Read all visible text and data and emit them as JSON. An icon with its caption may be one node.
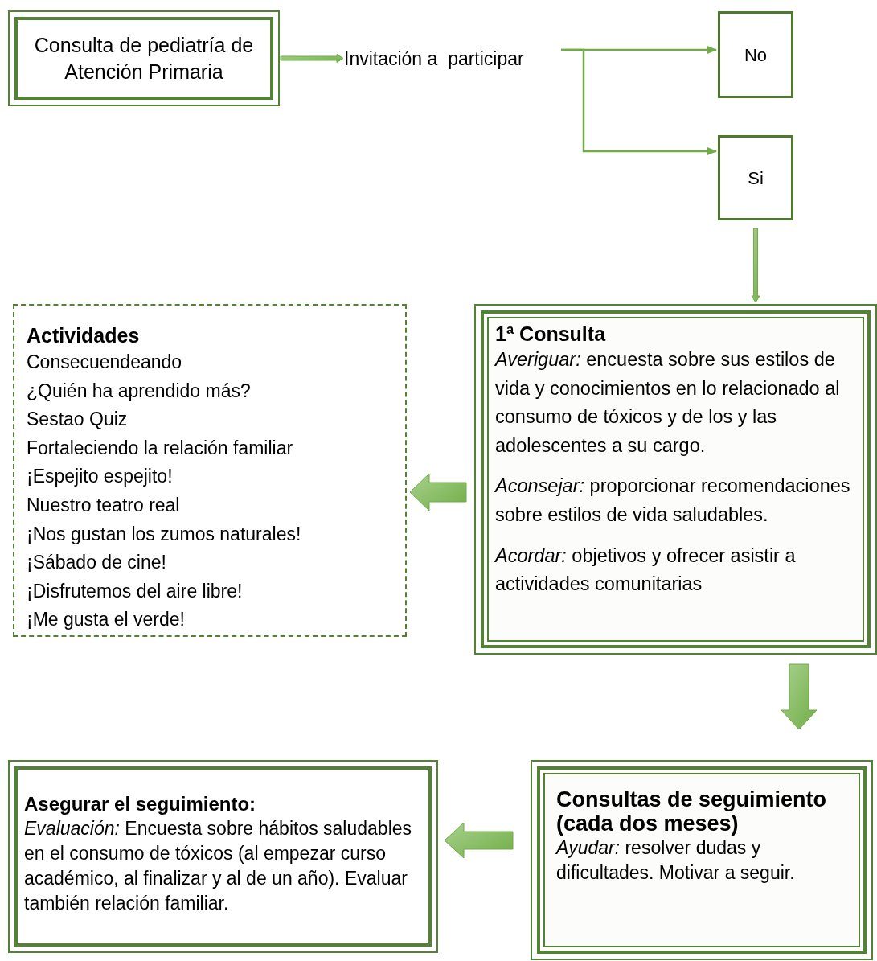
{
  "diagram": {
    "nodes": [
      {
        "text": [
          "Consulta de pediatría de Atención Primaria"
        ]
      },
      {
        "text": [
          "Invitación a  participar"
        ]
      },
      {
        "text": [
          "No"
        ]
      },
      {
        "text": [
          "Si"
        ]
      },
      {
        "text": [
          "Actividades",
          "Consecuendeando",
          "¿Quién ha aprendido más?",
          "Sestao Quiz",
          "Fortaleciendo la relación familiar",
          "¡Espejito espejito!",
          "Nuestro teatro real",
          "¡Nos gustan los zumos naturales!",
          "¡Sábado de cine!",
          "¡Disfrutemos del aire libre!",
          "¡Me gusta el verde!"
        ]
      },
      {
        "text": [
          "1ª Consulta",
          "*Averiguar:* encuesta sobre sus estilos de vida y conocimientos en lo relacionado al consumo de tóxicos y de los y las adolescentes a su cargo.",
          "*Aconsejar:* proporcionar recomendaciones sobre estilos de vida saludables.",
          "*Acordar:* objetivos y ofrecer asistir a actividades comunitarias"
        ]
      },
      {
        "text": [
          "Asegurar el seguimiento:",
          "*Evaluación:* Encuesta sobre hábitos saludables en el consumo de tóxicos (al empezar curso académico, al finalizar y al de un año). Evaluar también relación familiar."
        ]
      },
      {
        "text": [
          "Consultas de seguimiento (cada dos meses)",
          "*Ayudar:* resolver dudas y dificultades. Motivar a seguir."
        ]
      }
    ],
    "edges": [
      {
        "from": 0,
        "to": 1,
        "arrow": "to",
        "style": "thick"
      },
      {
        "from": 1,
        "to": 2,
        "arrow": "to"
      },
      {
        "from": 1,
        "to": 3,
        "arrow": "to"
      },
      {
        "from": 3,
        "to": 5,
        "arrow": "to",
        "style": "thick"
      },
      {
        "from": 5,
        "to": 4,
        "arrow": "to",
        "style": "thick"
      },
      {
        "from": 5,
        "to": 7,
        "arrow": "to",
        "style": "thick"
      },
      {
        "from": 7,
        "to": 6,
        "arrow": "to",
        "style": "thick"
      }
    ]
  }
}
